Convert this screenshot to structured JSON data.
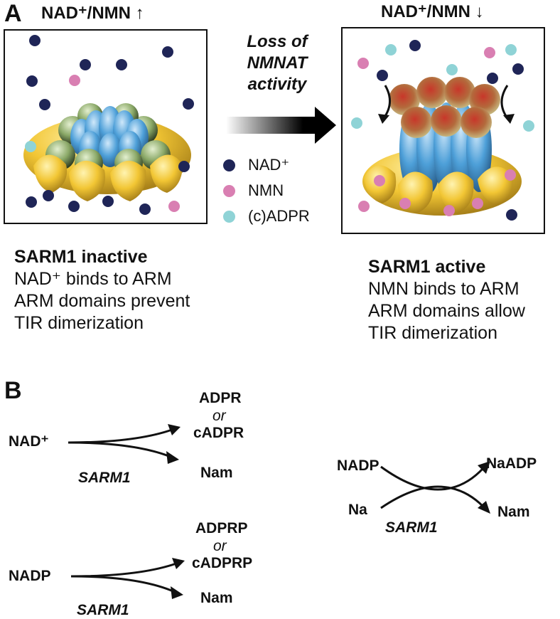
{
  "panel_a": {
    "letter": "A",
    "left_header": "NAD⁺/NMN ↑",
    "right_header": "NAD⁺/NMN ↓",
    "arrow_label": [
      "Loss of",
      "NMNAT",
      "activity"
    ],
    "legend": [
      {
        "label": "NAD⁺",
        "color": "#1f2557"
      },
      {
        "label": "NMN",
        "color": "#d97fb2"
      },
      {
        "label": "(c)ADPR",
        "color": "#8fd3d6"
      }
    ],
    "left_title": "SARM1 inactive",
    "left_lines": [
      "NAD⁺ binds to ARM",
      "ARM domains prevent",
      "TIR dimerization"
    ],
    "right_title": "SARM1 active",
    "right_lines": [
      "NMN binds to ARM",
      "ARM domains allow",
      "TIR dimerization"
    ],
    "colors": {
      "arm_yellow": "#f2c634",
      "core_blue": "#4d9fd8",
      "tir_green": "#8aa867",
      "tir_red": "#b34a2a"
    }
  },
  "panel_b": {
    "letter": "B",
    "reaction1": {
      "substrate": "NAD⁺",
      "enzyme": "SARM1",
      "product1_a": "ADPR",
      "or": "or",
      "product1_b": "cADPR",
      "product2": "Nam"
    },
    "reaction2": {
      "substrate": "NADP",
      "enzyme": "SARM1",
      "product1_a": "ADPRP",
      "or": "or",
      "product1_b": "cADPRP",
      "product2": "Nam"
    },
    "reaction3": {
      "substrate1": "NADP",
      "substrate2": "Na",
      "enzyme": "SARM1",
      "product1": "NaADP",
      "product2": "Nam"
    }
  }
}
